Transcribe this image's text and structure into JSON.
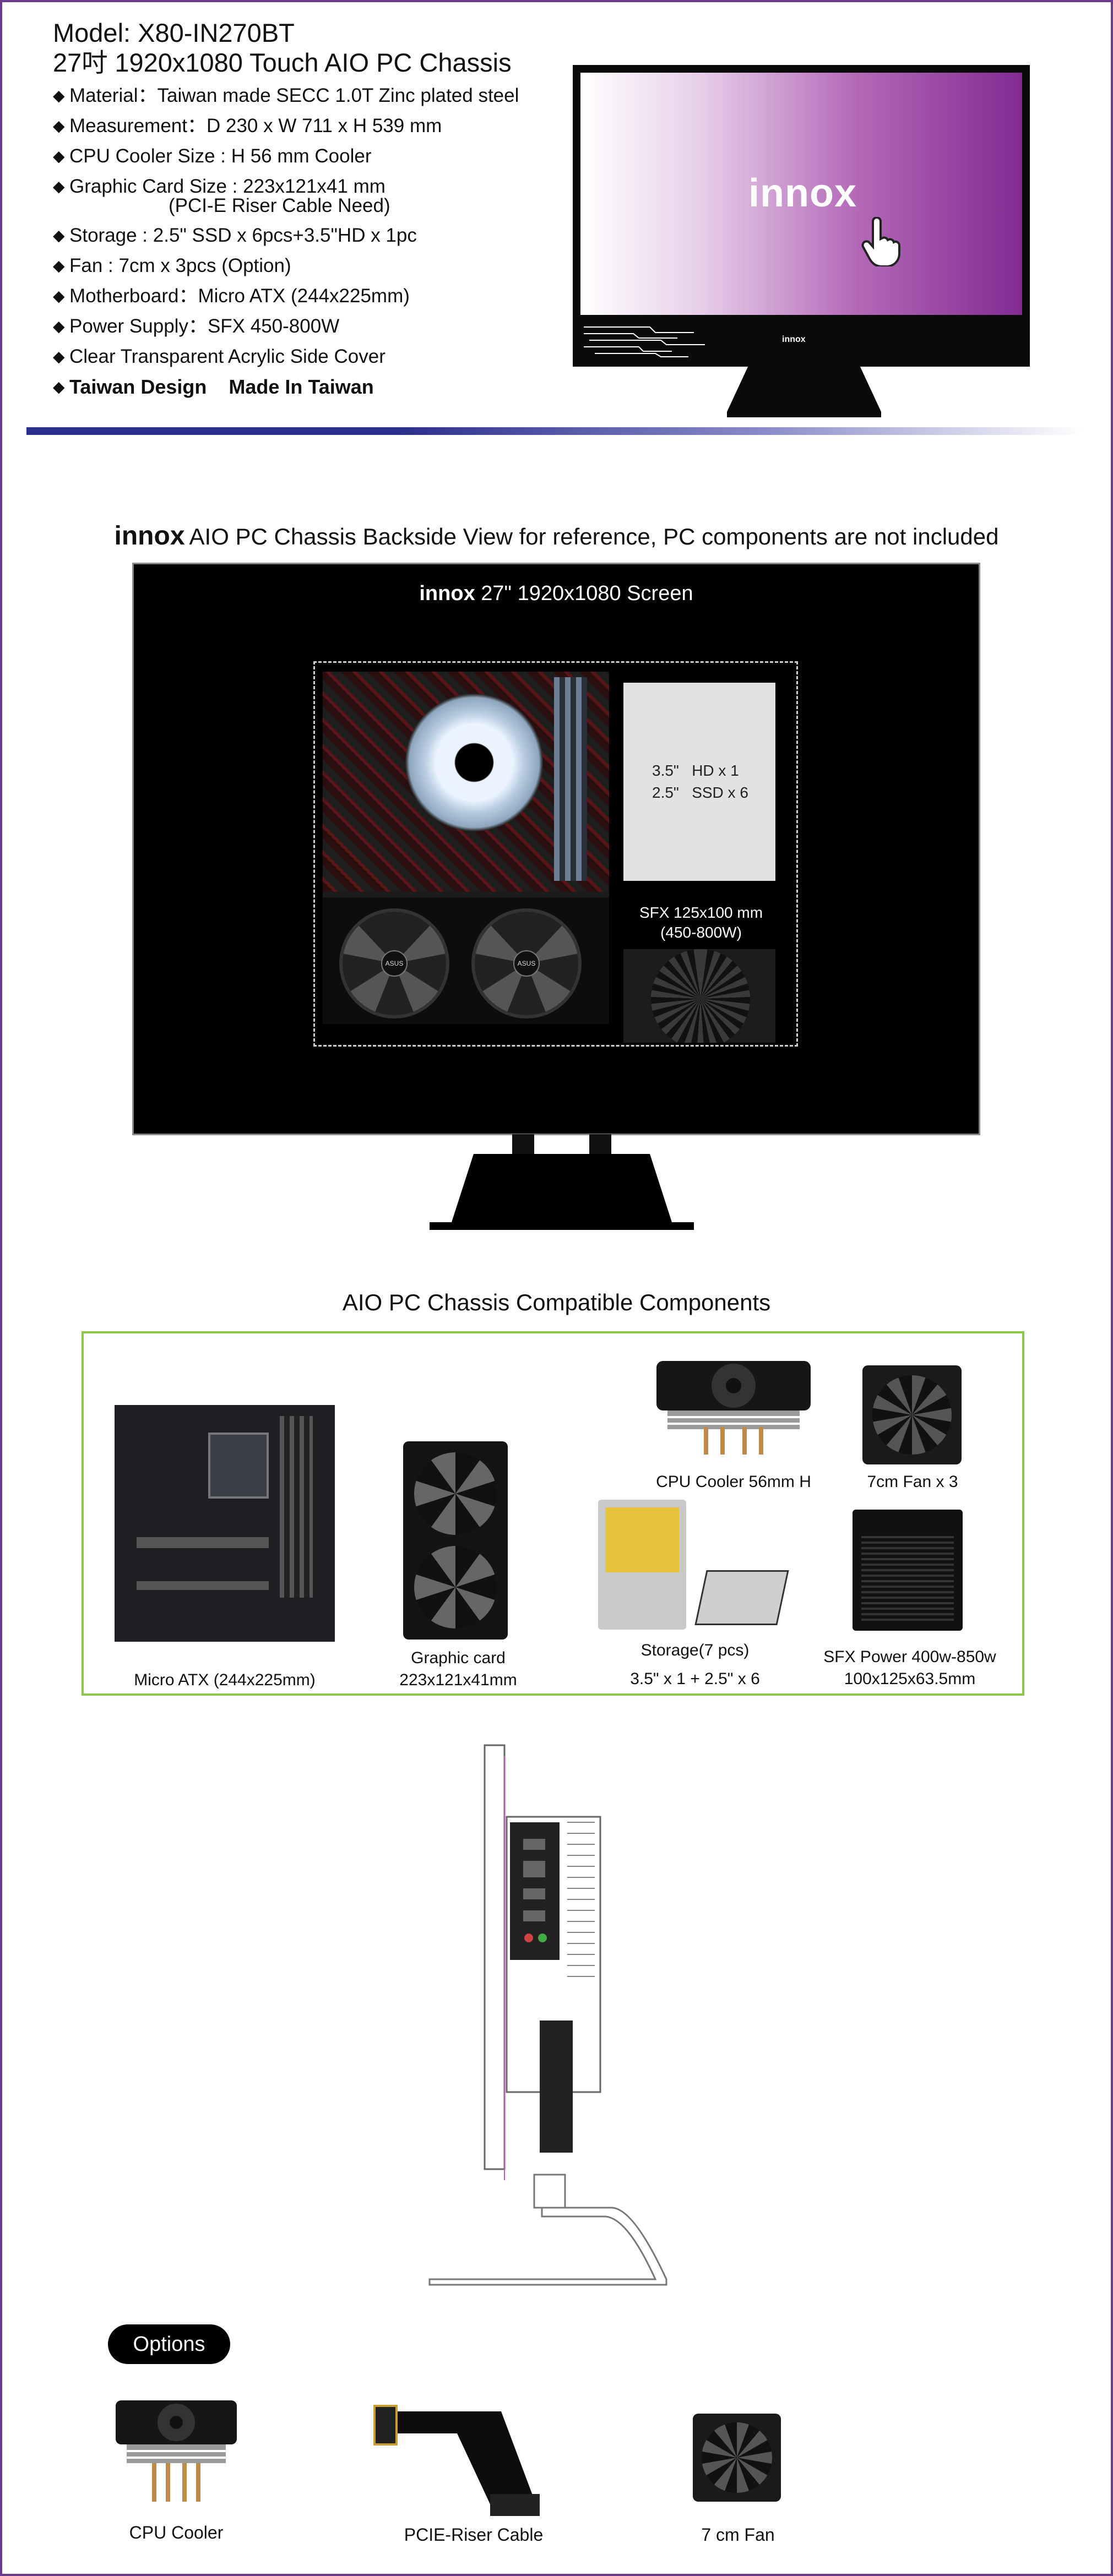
{
  "header": {
    "model": "Model: X80-IN270BT",
    "subtitle": "27吋 1920x1080 Touch AIO PC Chassis",
    "specs": [
      "Material：Taiwan made SECC 1.0T Zinc plated steel",
      "Measurement：D 230 x W 711 x H 539 mm",
      "CPU Cooler Size : H 56 mm Cooler",
      "Graphic Card Size : 223x121x41 mm",
      "Storage : 2.5\" SSD x 6pcs+3.5\"HD x 1pc",
      "Fan : 7cm x 3pcs (Option)",
      "Motherboard：Micro ATX (244x225mm)",
      "Power Supply：SFX 450-800W",
      "Clear Transparent Acrylic Side Cover"
    ],
    "graphic_note": "(PCI-E Riser Cable Need)",
    "tagline_design": "Taiwan Design",
    "tagline_made": "Made In Taiwan",
    "bullet": "◆",
    "monitor_logo": "innox",
    "bezel_logo": "innox"
  },
  "backside": {
    "title_brand": "innox",
    "title_text": "AIO PC Chassis Backside View for reference, PC components are not included",
    "screen_brand": "innox",
    "screen_text": "27\" 1920x1080 Screen",
    "storage_label": "3.5\"   HD x 1\n2.5\"   SSD x 6",
    "psu_label_line1": "SFX 125x100 mm",
    "psu_label_line2": "(450-800W)",
    "gpu_logo_1": "ASUS",
    "gpu_logo_2": "ASUS"
  },
  "compatible": {
    "title": "AIO PC Chassis Compatible Components",
    "items": {
      "motherboard": "Micro ATX (244x225mm)",
      "graphic_line1": "Graphic card",
      "graphic_line2": "223x121x41mm",
      "cooler": "CPU Cooler 56mm H",
      "fan": "7cm Fan x 3",
      "storage_line1": "Storage(7 pcs)",
      "storage_line2": "3.5\" x 1 + 2.5\" x 6",
      "psu_line1": "SFX Power 400w-850w",
      "psu_line2": "100x125x63.5mm"
    }
  },
  "options": {
    "label": "Options",
    "items": [
      "CPU Cooler",
      "PCIE-Riser Cable",
      "7 cm Fan"
    ]
  },
  "colors": {
    "frame": "#6c3c8c",
    "accent_purple": "#822a92",
    "divider_blue": "#2a2e8c",
    "compat_border": "#8cc84a"
  }
}
